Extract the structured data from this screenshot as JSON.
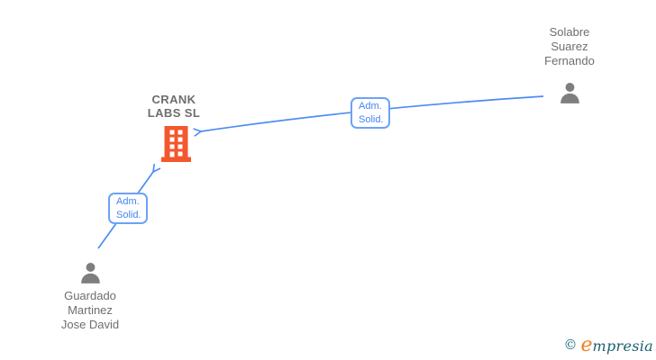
{
  "diagram": {
    "company": {
      "name": "CRANK LABS SL",
      "name_lines": [
        "CRANK",
        "LABS SL"
      ]
    },
    "persons": [
      {
        "name": "Solabre Suarez Fernando",
        "name_lines": [
          "Solabre",
          "Suarez",
          "Fernando"
        ]
      },
      {
        "name": "Guardado Martinez Jose David",
        "name_lines": [
          "Guardado",
          "Martinez",
          "Jose David"
        ]
      }
    ],
    "edges": [
      {
        "from": "Solabre Suarez Fernando",
        "to": "CRANK LABS SL",
        "label": "Adm. Solid.",
        "label_lines": [
          "Adm.",
          "Solid."
        ]
      },
      {
        "from": "Guardado Martinez Jose David",
        "to": "CRANK LABS SL",
        "label": "Adm. Solid.",
        "label_lines": [
          "Adm.",
          "Solid."
        ]
      }
    ]
  },
  "footer": {
    "copyright_symbol": "©",
    "brand_initial": "e",
    "brand_rest": "mpresia"
  },
  "colors": {
    "building_orange": "#f4572d",
    "edge_line_blue": "#4c8bf5",
    "edge_label_text_blue": "#4285f4",
    "edge_label_border_blue": "#6ba2f7",
    "node_text_gray": "#6e6e6e",
    "person_icon_gray": "#7e7e7e",
    "logo_teal": "#1a5f70",
    "logo_orange": "#f0801e"
  }
}
